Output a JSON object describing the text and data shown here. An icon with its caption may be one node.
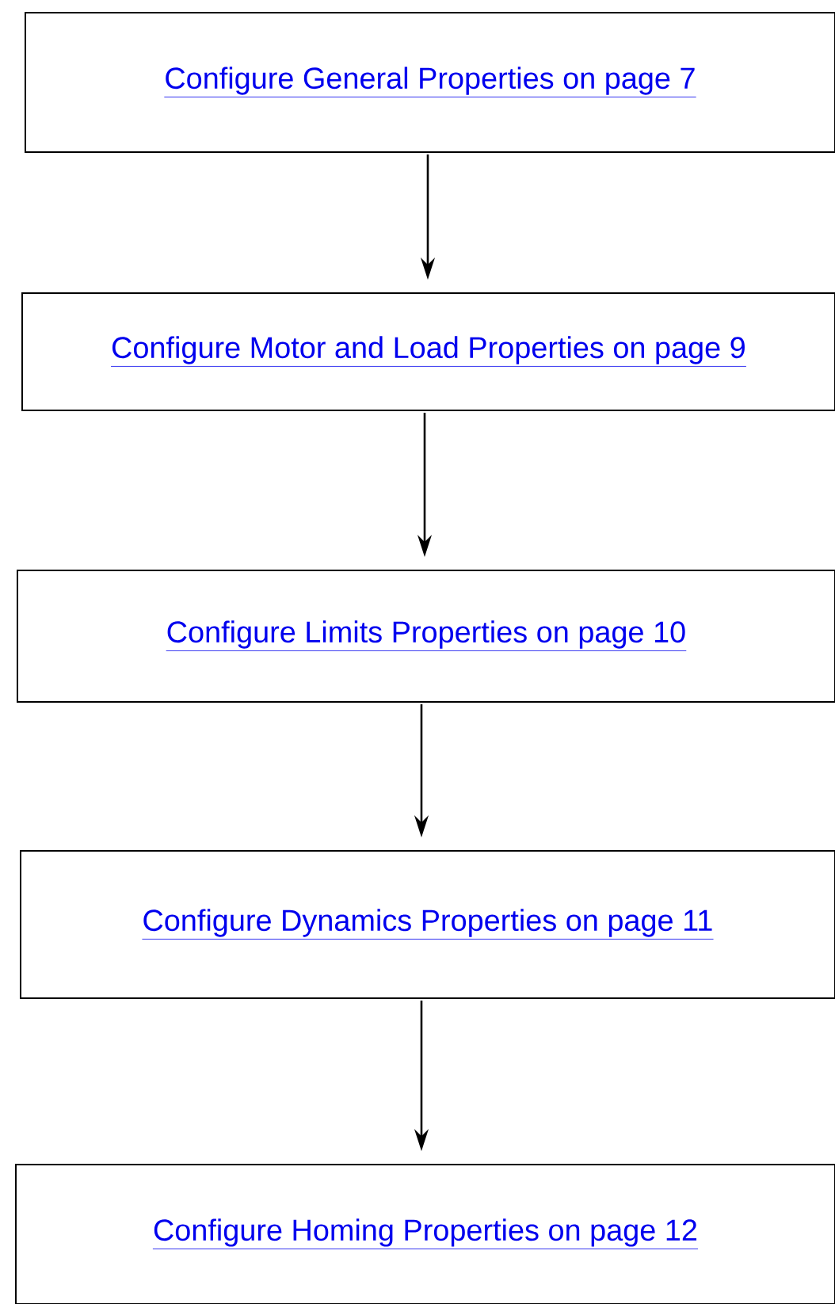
{
  "diagram": {
    "nodes": [
      {
        "text": [
          "Configure General Properties on page 7"
        ]
      },
      {
        "text": [
          "Configure Motor and Load Properties on page 9"
        ]
      },
      {
        "text": [
          "Configure Limits Properties on page 10"
        ]
      },
      {
        "text": [
          "Configure Dynamics Properties on page 11"
        ]
      },
      {
        "text": [
          "Configure Homing Properties on page 12"
        ]
      }
    ],
    "edges": [
      {
        "from": 0,
        "to": 1,
        "arrow": "to"
      },
      {
        "from": 1,
        "to": 2,
        "arrow": "to"
      },
      {
        "from": 2,
        "to": 3,
        "arrow": "to"
      },
      {
        "from": 3,
        "to": 4,
        "arrow": "to"
      }
    ]
  }
}
